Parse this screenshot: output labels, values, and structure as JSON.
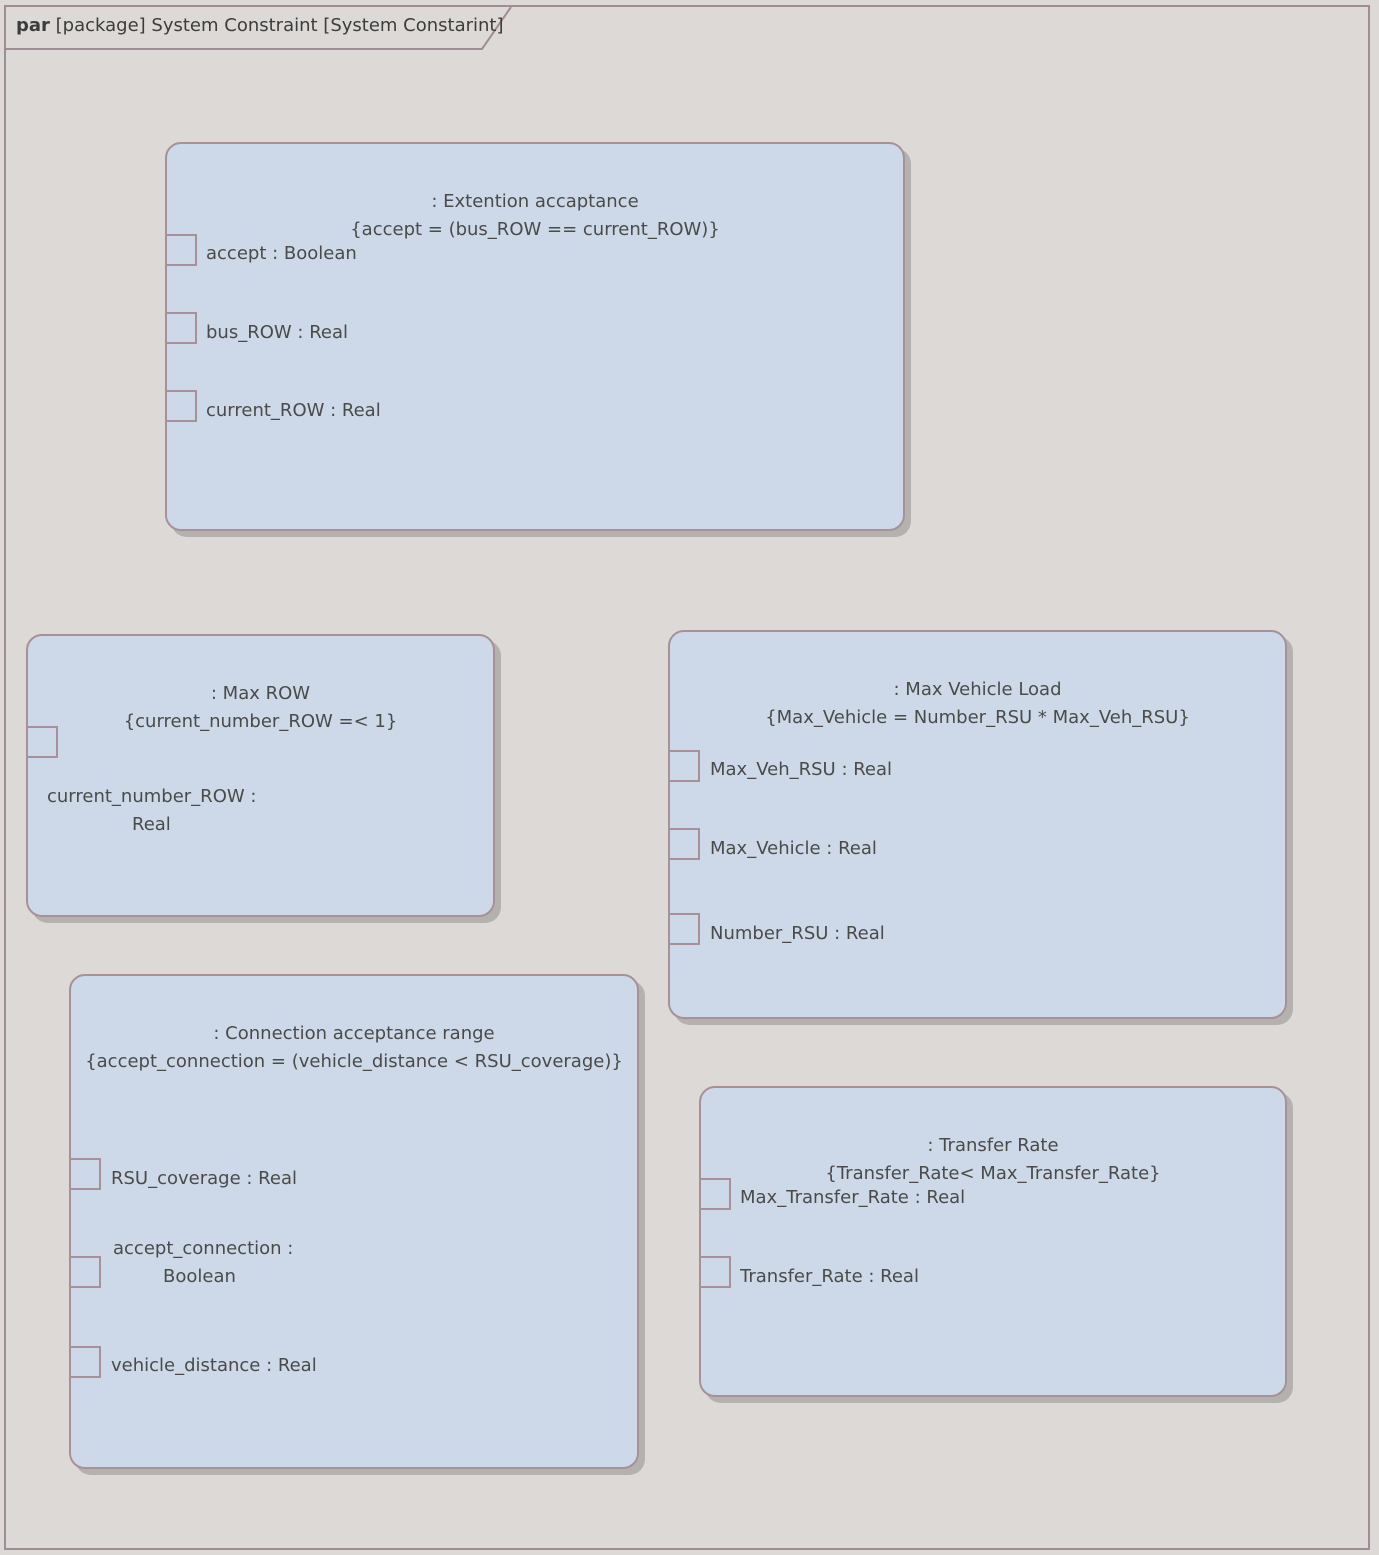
{
  "frame": {
    "kind": "par",
    "title": "[package] System Constraint [System Constarint]"
  },
  "blocks": [
    {
      "name": ": Extention accaptance",
      "constraint": "{accept = (bus_ROW == current_ROW)}",
      "params": [
        "accept : Boolean",
        "bus_ROW : Real",
        "current_ROW : Real"
      ]
    },
    {
      "name": ": Max ROW",
      "constraint": "{current_number_ROW =< 1}",
      "params": [
        "current_number_ROW :",
        "Real"
      ]
    },
    {
      "name": ": Max Vehicle Load",
      "constraint": "{Max_Vehicle = Number_RSU * Max_Veh_RSU}",
      "params": [
        "Max_Veh_RSU : Real",
        "Max_Vehicle : Real",
        "Number_RSU : Real"
      ]
    },
    {
      "name": ": Connection acceptance range",
      "constraint": "{accept_connection = (vehicle_distance < RSU_coverage)}",
      "params": [
        "RSU_coverage : Real",
        "accept_connection :",
        "Boolean",
        "vehicle_distance : Real"
      ]
    },
    {
      "name": ": Transfer Rate",
      "constraint": "{Transfer_Rate< Max_Transfer_Rate}",
      "params": [
        "Max_Transfer_Rate : Real",
        "Transfer_Rate : Real"
      ]
    }
  ]
}
